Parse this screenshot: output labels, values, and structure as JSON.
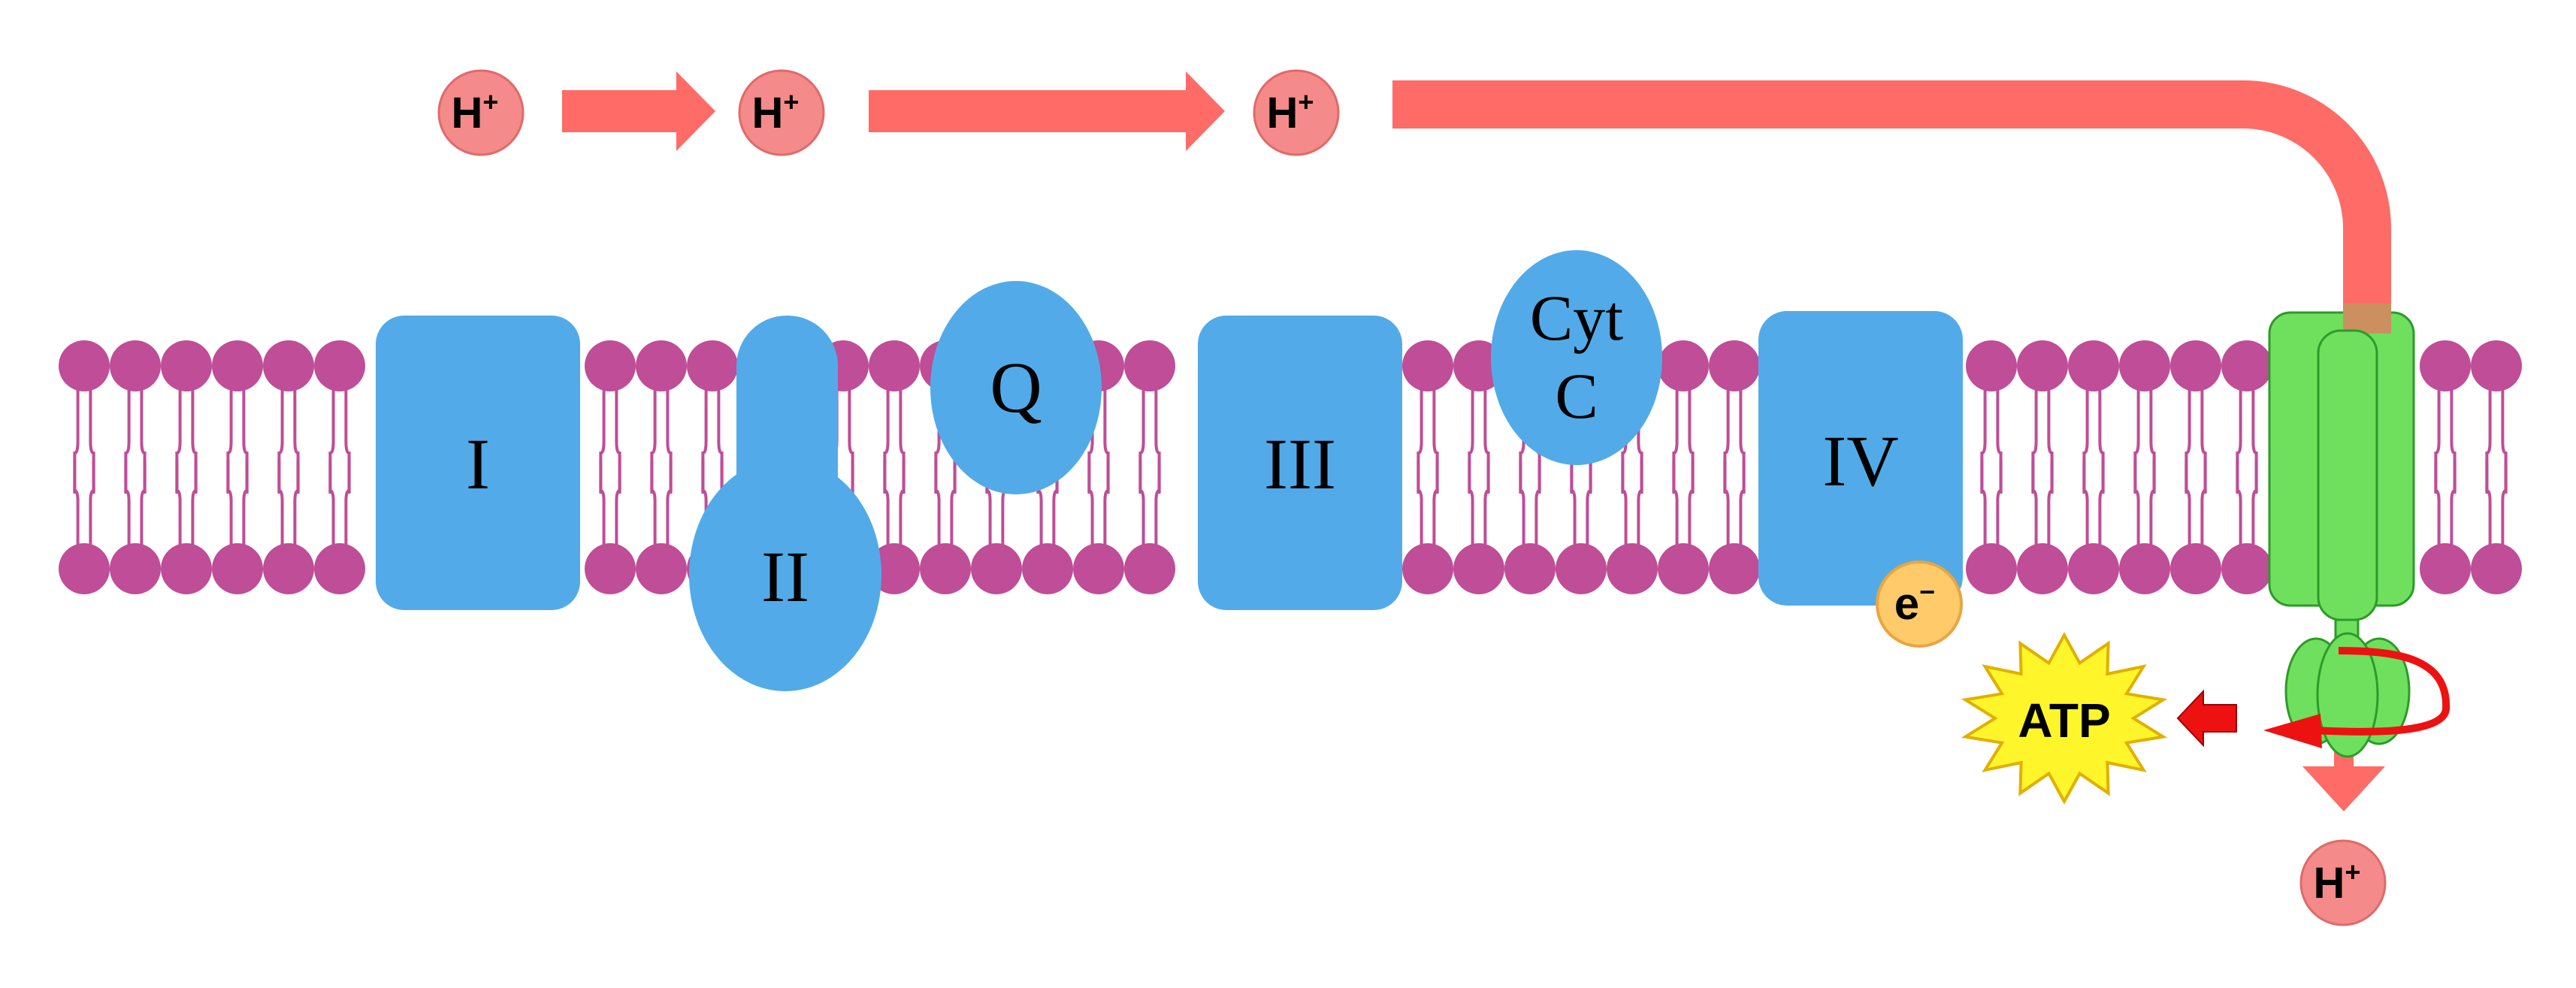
{
  "colors": {
    "proton_fill": "#f58a8a",
    "proton_stroke": "#e06a6a",
    "arrow": "#ff6b66",
    "lipid_head": "#bf4d97",
    "complex": "#52abe8",
    "atp_synthase": "#6ee05d",
    "atp_synthase_stroke": "#2e9a2a",
    "atp_star": "#fff52b",
    "atp_star_stroke": "#e0b000",
    "rotation_arrow": "#ee1111",
    "electron_fill": "#ffca6a",
    "electron_stroke": "#e8a640"
  },
  "protons": [
    {
      "symbol": "H",
      "charge": "+"
    },
    {
      "symbol": "H",
      "charge": "+"
    },
    {
      "symbol": "H",
      "charge": "+"
    },
    {
      "symbol": "H",
      "charge": "+"
    }
  ],
  "complexes": {
    "c1": "I",
    "c2": "II",
    "q": "Q",
    "c3": "III",
    "cyt_line1": "Cyt",
    "cyt_line2": "C",
    "c4": "IV"
  },
  "electron": {
    "symbol": "e",
    "charge": "−"
  },
  "atp": "ATP"
}
